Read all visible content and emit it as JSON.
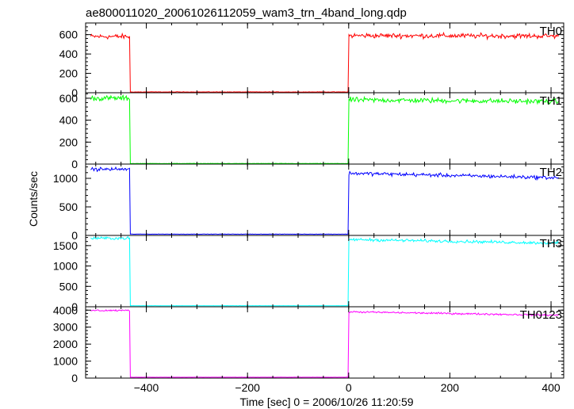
{
  "title": "ae800011020_20061026112059_wam3_trn_4band_long.qdp",
  "ylabel": "Counts/sec",
  "xlabel": "Time [sec] 0 = 2006/10/26 11:20:59",
  "colors": {
    "axis": "#000000",
    "bg": "#ffffff"
  },
  "chart_data": {
    "type": "line",
    "x_ticks": [
      -400,
      -200,
      0,
      200,
      400
    ],
    "xlim": [
      -520,
      425
    ],
    "gap": {
      "start": -433,
      "end": 0
    },
    "grid": false,
    "panels": [
      {
        "name": "TH0",
        "color": "#ff0000",
        "ylim": [
          0,
          720
        ],
        "y_ticks": [
          0,
          200,
          400,
          600
        ],
        "level_before": 580,
        "level_after_start": 590,
        "level_after_end": 585,
        "gap_level": 8,
        "noise": 22
      },
      {
        "name": "TH1",
        "color": "#00ff00",
        "ylim": [
          0,
          650
        ],
        "y_ticks": [
          0,
          200,
          400,
          600
        ],
        "level_before": 600,
        "level_after_start": 585,
        "level_after_end": 570,
        "gap_level": 5,
        "noise": 20
      },
      {
        "name": "TH2",
        "color": "#0000ff",
        "ylim": [
          0,
          1250
        ],
        "y_ticks": [
          0,
          500,
          1000
        ],
        "level_before": 1160,
        "level_after_start": 1090,
        "level_after_end": 1010,
        "gap_level": 22,
        "noise": 28
      },
      {
        "name": "TH3",
        "color": "#00ffff",
        "ylim": [
          0,
          1750
        ],
        "y_ticks": [
          0,
          500,
          1000,
          1500
        ],
        "level_before": 1680,
        "level_after_start": 1650,
        "level_after_end": 1560,
        "gap_level": 25,
        "noise": 30
      },
      {
        "name": "TH0123",
        "color": "#ff00ff",
        "ylim": [
          0,
          4200
        ],
        "y_ticks": [
          0,
          1000,
          2000,
          3000,
          4000
        ],
        "level_before": 3980,
        "level_after_start": 3900,
        "level_after_end": 3700,
        "gap_level": 50,
        "noise": 45
      }
    ]
  }
}
